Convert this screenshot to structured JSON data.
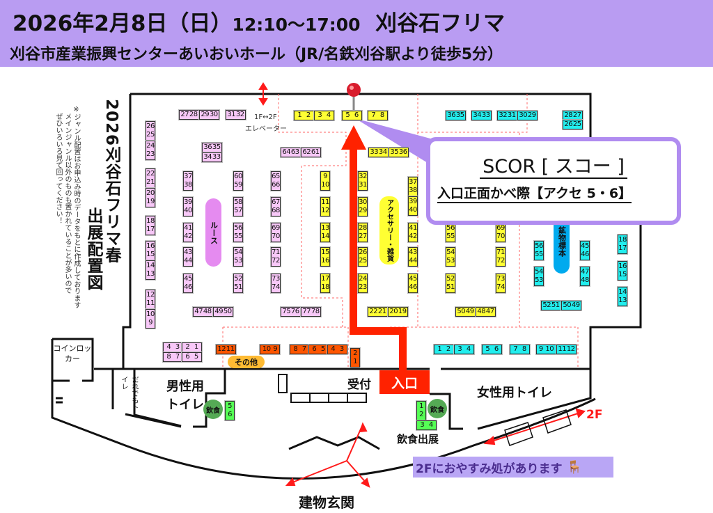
{
  "header": {
    "date": "2026年2月8日（日）",
    "time": "12:10〜17:00",
    "event": "刈谷石フリマ",
    "venue": "刈谷市産業振興センターあいおいホール（JR/名鉄刈谷駅より徒歩5分）"
  },
  "sidebar": {
    "title": "2026刈谷石フリマ春",
    "subtitle": "出展配置図",
    "note1": "※ジャンル配置はお申込み時のデータをもとに作成しております",
    "note2": "メインジャンル以外のものも置かれていることが多いので",
    "note3": "ぜひいろいろ見て回ってください！"
  },
  "callout": {
    "name": "SCOR [ スコー ]",
    "location": "入口正面かべ際【アクセ 5・6】"
  },
  "labels": {
    "elevator_floor": "1F↔2F",
    "elevator": "エレベーター",
    "loose": "ルース",
    "accessory": "アクセサリー・雑貨",
    "mineral": "鉱物標本",
    "other": "その他",
    "reception": "受付",
    "entrance": "入口",
    "mens_toilet": "男性用トイレ",
    "womens_toilet": "女性用トイレ",
    "universal_toilet": "だれでもトイレ",
    "coin_locker": "コインロッカー",
    "food": "飲食",
    "food_exhibit": "飲食出展",
    "building_entrance": "建物玄関",
    "second_floor": "2F",
    "rest_area": "2Fにおやすみ処があります",
    "chair_icon": "chair-icon"
  },
  "colors": {
    "header": "#b99cf2",
    "pink": "#f8c8f8",
    "yellow": "#ffff33",
    "cyan": "#22eeee",
    "orange": "#ff5500",
    "green": "#55ff55",
    "route": "#ff2200",
    "callout": "#b08cf0"
  },
  "booths": {
    "pink": [
      [
        "27",
        "28"
      ],
      [
        "29",
        "30"
      ],
      [
        "31",
        "32"
      ],
      [
        "26",
        "25"
      ],
      [
        "24",
        "23"
      ],
      [
        "22",
        "21"
      ],
      [
        "20",
        "19"
      ],
      [
        "18",
        "17"
      ],
      [
        "16",
        "15"
      ],
      [
        "14",
        "13"
      ],
      [
        "12",
        "11"
      ],
      [
        "10",
        "9"
      ],
      [
        "36",
        "35"
      ],
      [
        "34",
        "33"
      ],
      [
        "64",
        "63"
      ],
      [
        "62",
        "61"
      ],
      [
        "37",
        "38"
      ],
      [
        "39",
        "40"
      ],
      [
        "41",
        "42"
      ],
      [
        "43",
        "44"
      ],
      [
        "45",
        "46"
      ],
      [
        "60",
        "59"
      ],
      [
        "58",
        "57"
      ],
      [
        "56",
        "55"
      ],
      [
        "54",
        "53"
      ],
      [
        "52",
        "51"
      ],
      [
        "65",
        "66"
      ],
      [
        "67",
        "68"
      ],
      [
        "69",
        "70"
      ],
      [
        "71",
        "72"
      ],
      [
        "73",
        "74"
      ],
      [
        "47",
        "48"
      ],
      [
        "49",
        "50"
      ],
      [
        "75",
        "76"
      ],
      [
        "77",
        "78"
      ],
      [
        "4",
        "3"
      ],
      [
        "2",
        "1"
      ],
      [
        "8",
        "7"
      ],
      [
        "6",
        "5"
      ]
    ],
    "yellow": [
      [
        "1",
        "2"
      ],
      [
        "3",
        "4"
      ],
      [
        "5",
        "6"
      ],
      [
        "7",
        "8"
      ],
      [
        "33",
        "34"
      ],
      [
        "35",
        "36"
      ],
      [
        "9",
        "10"
      ],
      [
        "11",
        "12"
      ],
      [
        "13",
        "14"
      ],
      [
        "15",
        "16"
      ],
      [
        "17",
        "18"
      ],
      [
        "32",
        "31"
      ],
      [
        "30",
        "29"
      ],
      [
        "28",
        "27"
      ],
      [
        "26",
        "25"
      ],
      [
        "24",
        "23"
      ],
      [
        "22",
        "21"
      ],
      [
        "20",
        "19"
      ],
      [
        "37",
        "38"
      ],
      [
        "39",
        "40"
      ],
      [
        "41",
        "42"
      ],
      [
        "43",
        "44"
      ],
      [
        "45",
        "46"
      ],
      [
        "56",
        "55"
      ],
      [
        "54",
        "53"
      ],
      [
        "52",
        "51"
      ],
      [
        "69",
        "70"
      ],
      [
        "71",
        "72"
      ],
      [
        "73",
        "74"
      ],
      [
        "50",
        "49"
      ],
      [
        "48",
        "47"
      ]
    ],
    "cyan": [
      [
        "36",
        "35"
      ],
      [
        "34",
        "33"
      ],
      [
        "32",
        "31"
      ],
      [
        "30",
        "29"
      ],
      [
        "28",
        "27"
      ],
      [
        "26",
        "25"
      ],
      [
        "56",
        "55"
      ],
      [
        "54",
        "53"
      ],
      [
        "45",
        "46"
      ],
      [
        "47",
        "48"
      ],
      [
        "52",
        "51"
      ],
      [
        "50",
        "49"
      ],
      [
        "18",
        "17"
      ],
      [
        "16",
        "15"
      ],
      [
        "14",
        "13"
      ],
      [
        "1",
        "2"
      ],
      [
        "3",
        "4"
      ],
      [
        "5",
        "6"
      ],
      [
        "7",
        "8"
      ],
      [
        "9",
        "10"
      ],
      [
        "11",
        "12"
      ]
    ],
    "orange": [
      [
        "12",
        "11"
      ],
      [
        "10",
        "9"
      ],
      [
        "8",
        "7"
      ],
      [
        "6",
        "5"
      ],
      [
        "4",
        "3"
      ],
      [
        "2",
        "1"
      ]
    ],
    "green": [
      [
        "5",
        "6"
      ],
      [
        "1",
        "2"
      ],
      [
        "3",
        "4"
      ]
    ]
  }
}
